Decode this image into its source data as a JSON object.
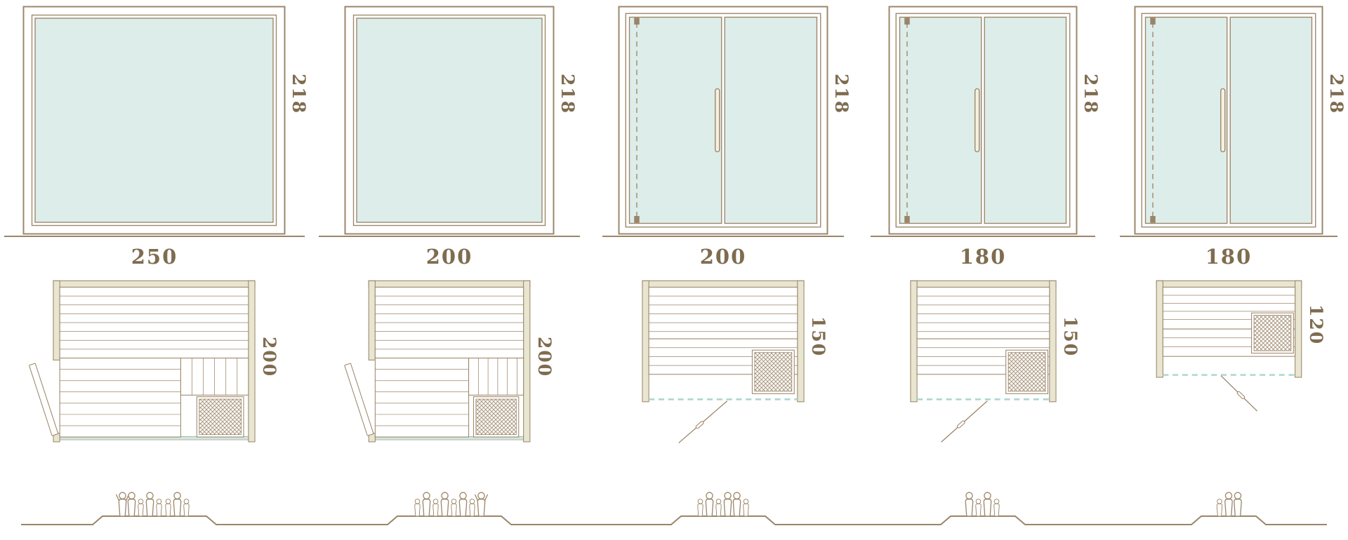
{
  "palette": {
    "line": "#9b8568",
    "text": "#7f6c50",
    "glass": "#ddedea",
    "wall": "#e8e5d0",
    "teal_dashed": "#abd7d0",
    "sill_glass": "#cfe7e2"
  },
  "models": [
    {
      "front_width": "250",
      "front_height": "218",
      "plan_depth": "200",
      "front_type": "fixed-glass",
      "capacity": 8,
      "people": [
        "adult-arms-up",
        "adult",
        "child",
        "adult",
        "child",
        "child",
        "adult",
        "child"
      ]
    },
    {
      "front_width": "200",
      "front_height": "218",
      "plan_depth": "200",
      "front_type": "fixed-glass",
      "capacity": 8,
      "people": [
        "child",
        "adult",
        "child",
        "adult",
        "child",
        "adult",
        "child",
        "adult-arms-up"
      ]
    },
    {
      "front_width": "200",
      "front_height": "218",
      "plan_depth": "150",
      "front_type": "double-glass-door",
      "capacity": 6,
      "people": [
        "child",
        "adult",
        "child",
        "adult",
        "adult",
        "child"
      ]
    },
    {
      "front_width": "180",
      "front_height": "218",
      "plan_depth": "150",
      "front_type": "double-glass-door",
      "capacity": 4,
      "people": [
        "adult",
        "child",
        "adult",
        "child"
      ]
    },
    {
      "front_width": "180",
      "front_height": "218",
      "plan_depth": "120",
      "front_type": "double-glass-door",
      "capacity": 3,
      "people": [
        "child",
        "adult",
        "adult"
      ]
    }
  ]
}
